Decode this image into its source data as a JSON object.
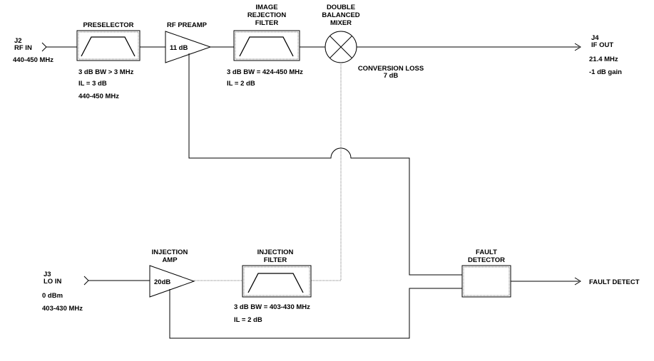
{
  "ports": {
    "j2": {
      "id": "J2",
      "name": "RF IN",
      "freq": "440-450 MHz"
    },
    "j3": {
      "id": "J3",
      "name": "LO IN",
      "level": "0 dBm",
      "freq": "403-430 MHz"
    },
    "j4": {
      "id": "J4",
      "name": "IF OUT",
      "freq": "21.4 MHz",
      "gain": "-1 dB gain"
    },
    "fault": {
      "name": "FAULT DETECT"
    }
  },
  "blocks": {
    "preselector": {
      "title": "PRESELECTOR",
      "spec1": "3 dB BW > 3 MHz",
      "spec2": "IL = 3 dB",
      "spec3": "440-450 MHz"
    },
    "rf_preamp": {
      "title": "RF PREAMP",
      "gain": "11 dB"
    },
    "image_filter": {
      "title1": "IMAGE",
      "title2": "REJECTION",
      "title3": "FILTER",
      "spec1": "3 dB BW = 424-450 MHz",
      "spec2": "IL = 2 dB"
    },
    "mixer": {
      "title1": "DOUBLE",
      "title2": "BALANCED",
      "title3": "MIXER",
      "loss1": "CONVERSION LOSS",
      "loss2": "7 dB"
    },
    "injection_amp": {
      "title1": "INJECTION",
      "title2": "AMP",
      "gain": "20dB"
    },
    "injection_filter": {
      "title1": "INJECTION",
      "title2": "FILTER",
      "spec1": "3 dB BW = 403-430 MHz",
      "spec2": "IL = 2 dB"
    },
    "fault_detector": {
      "title1": "FAULT",
      "title2": "DETECTOR"
    }
  }
}
